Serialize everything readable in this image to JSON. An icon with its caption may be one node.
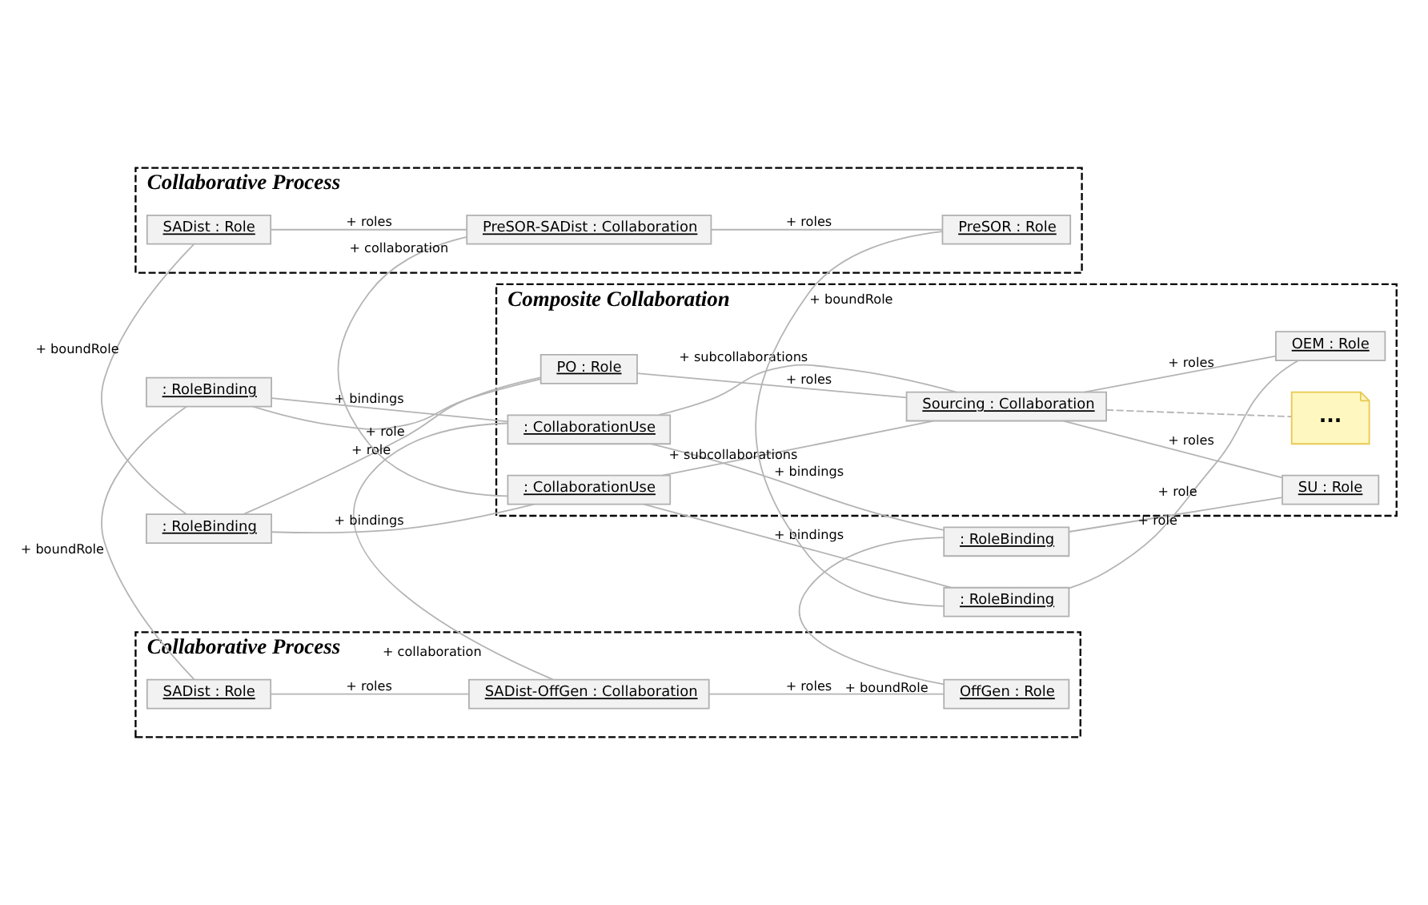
{
  "diagram": {
    "nodes": [
      {
        "text": [
          "Collaborative Process"
        ]
      },
      {
        "text": [
          "SADist : Role"
        ],
        "in": 0
      },
      {
        "text": [
          "SADist-OffGen : Collaboration"
        ],
        "in": 0
      },
      {
        "text": [
          "OffGen : Role"
        ],
        "in": 0
      },
      {
        "text": [
          ": RoleBinding"
        ]
      },
      {
        "text": [
          "Composite Collaboration"
        ]
      },
      {
        "text": [
          ": CollaborationUse"
        ],
        "in": 5
      },
      {
        "text": [
          ": RoleBinding"
        ]
      },
      {
        "text": [
          "SU : Role"
        ],
        "in": 5
      },
      {
        "text": [
          "PO : Role"
        ],
        "in": 5
      },
      {
        "text": [
          "Sourcing : Collaboration"
        ],
        "in": 5
      },
      {
        "text": [
          "..."
        ],
        "in": 5
      },
      {
        "text": [
          "OEM : Role"
        ],
        "in": 5
      },
      {
        "text": [
          ": RoleBinding"
        ]
      },
      {
        "text": [
          ": CollaborationUse"
        ],
        "in": 5
      },
      {
        "text": [
          ": RoleBinding"
        ]
      },
      {
        "text": [
          "Collaborative Process"
        ]
      },
      {
        "text": [
          "SADist : Role"
        ],
        "in": 16
      },
      {
        "text": [
          "PreSOR-SADist : Collaboration"
        ],
        "in": 16
      },
      {
        "text": [
          "PreSOR : Role"
        ],
        "in": 16
      }
    ],
    "edges": [
      {
        "from": 1,
        "to": 2,
        "arrow": "none",
        "label": "+ roles"
      },
      {
        "from": 2,
        "to": 3,
        "arrow": "none",
        "label": "+ roles"
      },
      {
        "from": 1,
        "to": 4,
        "arrow": "none",
        "label": "+ boundRole"
      },
      {
        "from": 2,
        "to": 6,
        "arrow": "none",
        "label": "+ collaboration"
      },
      {
        "from": 3,
        "to": 7,
        "arrow": "none",
        "label": "+ boundRole"
      },
      {
        "from": 4,
        "to": 6,
        "arrow": "none",
        "label": "+ bindings"
      },
      {
        "from": 6,
        "to": 7,
        "arrow": "none",
        "label": "+ bindings"
      },
      {
        "from": 7,
        "to": 8,
        "arrow": "none",
        "label": "+ role"
      },
      {
        "from": 6,
        "to": 10,
        "arrow": "none",
        "label": "+ subcollaborations"
      },
      {
        "from": 4,
        "to": 9,
        "arrow": "none",
        "label": "+ role"
      },
      {
        "from": 9,
        "to": 10,
        "arrow": "none",
        "label": "+ roles"
      },
      {
        "from": 10,
        "to": 8,
        "arrow": "none",
        "label": "+ roles"
      },
      {
        "from": 10,
        "to": 11,
        "arrow": "none",
        "style": "dashed"
      },
      {
        "from": 10,
        "to": 12,
        "arrow": "none",
        "label": "+ roles"
      },
      {
        "from": 9,
        "to": 13,
        "arrow": "none",
        "label": "+ role"
      },
      {
        "from": 10,
        "to": 14,
        "arrow": "none",
        "label": "+ subcollaborations"
      },
      {
        "from": 12,
        "to": 15,
        "arrow": "none",
        "label": "+ role"
      },
      {
        "from": 13,
        "to": 14,
        "arrow": "none",
        "label": "+ bindings"
      },
      {
        "from": 14,
        "to": 15,
        "arrow": "none",
        "label": "+ bindings"
      },
      {
        "from": 13,
        "to": 17,
        "arrow": "none",
        "label": "+ boundRole"
      },
      {
        "from": 14,
        "to": 18,
        "arrow": "none",
        "label": "+ collaboration"
      },
      {
        "from": 15,
        "to": 19,
        "arrow": "none",
        "label": "+ boundRole"
      },
      {
        "from": 17,
        "to": 18,
        "arrow": "none",
        "label": "+ roles"
      },
      {
        "from": 18,
        "to": 19,
        "arrow": "none",
        "label": "+ roles"
      }
    ]
  }
}
